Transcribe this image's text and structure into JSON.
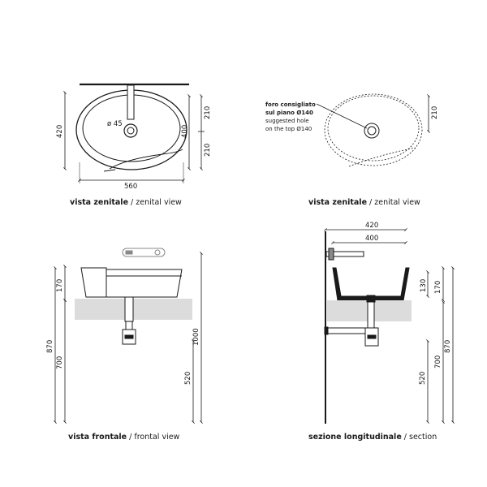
{
  "colors": {
    "line": "#1a1a1a",
    "counter": "#dcdcdc",
    "muted": "#888888"
  },
  "zenital": {
    "caption_bold": "vista zenitale",
    "caption_rest": " / zenital view",
    "width_560": "560",
    "depth_420": "420",
    "depth_400": "400",
    "depth_210_top": "210",
    "depth_210_bottom": "210",
    "drain_diameter": "ø 45"
  },
  "zenital_hole": {
    "caption_bold": "vista zenitale",
    "caption_rest": " / zenital view",
    "note_line1": "foro consigliato",
    "note_line2": "sul piano Ø140",
    "note_line3": "suggested hole",
    "note_line4": "on the top Ø140",
    "depth_210": "210"
  },
  "frontal": {
    "caption_bold": "vista frontale",
    "caption_rest": " / frontal view",
    "height_170": "170",
    "height_870": "870",
    "height_700": "700",
    "height_1000": "1000",
    "height_520": "520"
  },
  "section": {
    "caption_bold": "sezione longitudinale",
    "caption_rest": " / section",
    "width_420": "420",
    "width_400": "400",
    "height_130": "130",
    "height_170": "170",
    "height_870": "870",
    "height_700": "700",
    "height_520": "520"
  }
}
